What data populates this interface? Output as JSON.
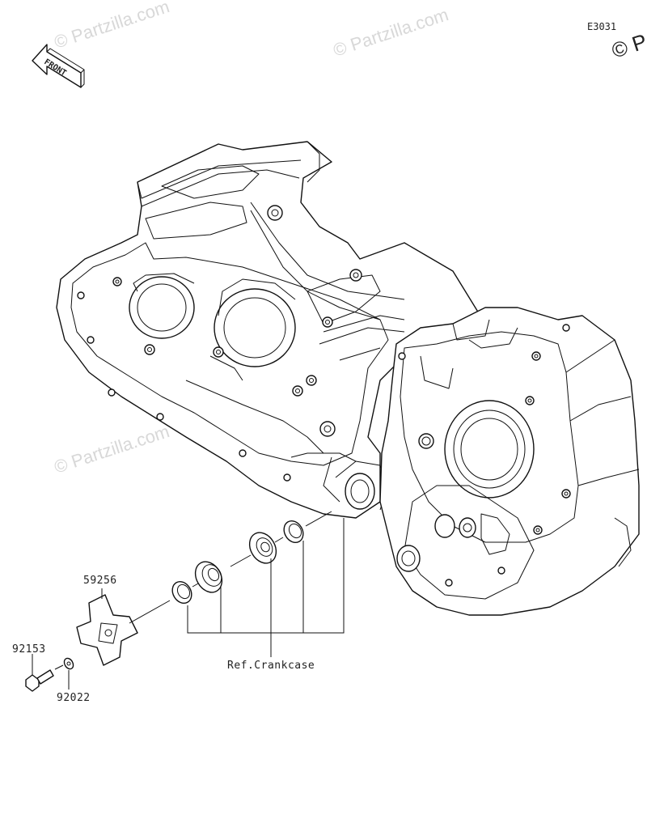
{
  "diagram_code": "E3031",
  "watermark": "© Partzilla.com",
  "corner_watermark": "© P",
  "front_arrow_label": "FRONT",
  "parts": {
    "impeller": "59256",
    "bolt": "92153",
    "washer": "92022"
  },
  "reference_label": "Ref.Crankcase"
}
